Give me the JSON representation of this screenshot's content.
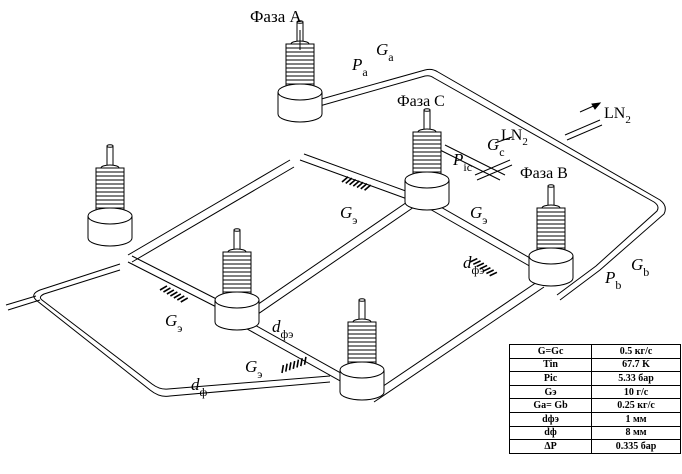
{
  "labels": {
    "phase_a": "Фаза A",
    "phase_b": "Фаза B",
    "phase_c": "Фаза C",
    "p_a": "P",
    "p_a_sub": "a",
    "g_a": "G",
    "g_a_sub": "a",
    "p_ic": "P",
    "p_ic_sub": "ic",
    "g_c": "G",
    "g_c_sub": "c",
    "ln2_top": "LN",
    "ln2_top_sub": "2",
    "ln2_mid": "LN",
    "ln2_mid_sub": "2",
    "p_b": "P",
    "p_b_sub": "b",
    "g_b": "G",
    "g_b_sub": "b",
    "g_e_center": "G",
    "g_e_center_sub": "э",
    "g_e_right": "G",
    "g_e_right_sub": "э",
    "g_e_left": "G",
    "g_e_left_sub": "э",
    "g_e_bottom": "G",
    "g_e_bottom_sub": "э",
    "d_fe_right": "d",
    "d_fe_right_sub": "фэ",
    "d_fe_left": "d",
    "d_fe_left_sub": "фэ",
    "d_f": "d",
    "d_f_sub": "ф"
  },
  "table": {
    "rows": [
      {
        "key": "G=Gc",
        "value": "0.5 кг/с"
      },
      {
        "key": "Tin",
        "value": "67.7 K"
      },
      {
        "key": "Pic",
        "value": "5.33 бар"
      },
      {
        "key": "Gэ",
        "value": "10 г/с"
      },
      {
        "key": "Ga= Gb",
        "value": "0.25 кг/с"
      },
      {
        "key": "dфэ",
        "value": "1 мм"
      },
      {
        "key": "dф",
        "value": "8 мм"
      },
      {
        "key": "ΔP",
        "value": "0.335 бар"
      }
    ]
  }
}
